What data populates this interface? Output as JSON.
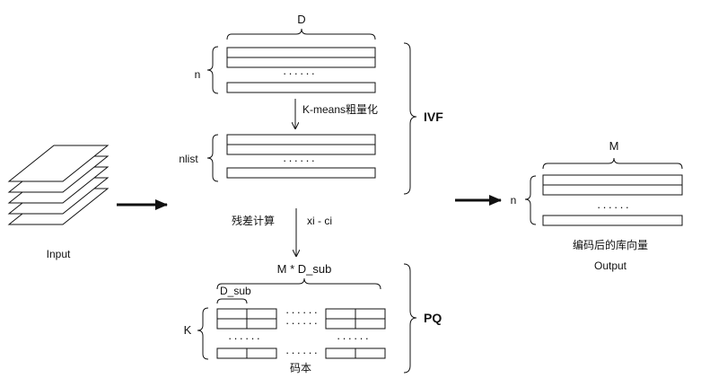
{
  "input": {
    "label": "Input"
  },
  "ivf": {
    "label": "IVF",
    "top_dim": "D",
    "rows_label": "n",
    "ellipsis": "······",
    "kmeans_label": "K-means粗量化",
    "nlist_label": "nlist"
  },
  "residual": {
    "label": "残差计算",
    "formula": "xi - ci"
  },
  "pq": {
    "label": "PQ",
    "top_dim": "M * D_sub",
    "sub_dim": "D_sub",
    "rows_label": "K",
    "ellipsis": "······",
    "codebook_label": "码本"
  },
  "output": {
    "top_dim": "M",
    "rows_label": "n",
    "ellipsis": "······",
    "caption_cn": "编码后的库向量",
    "caption_en": "Output"
  }
}
